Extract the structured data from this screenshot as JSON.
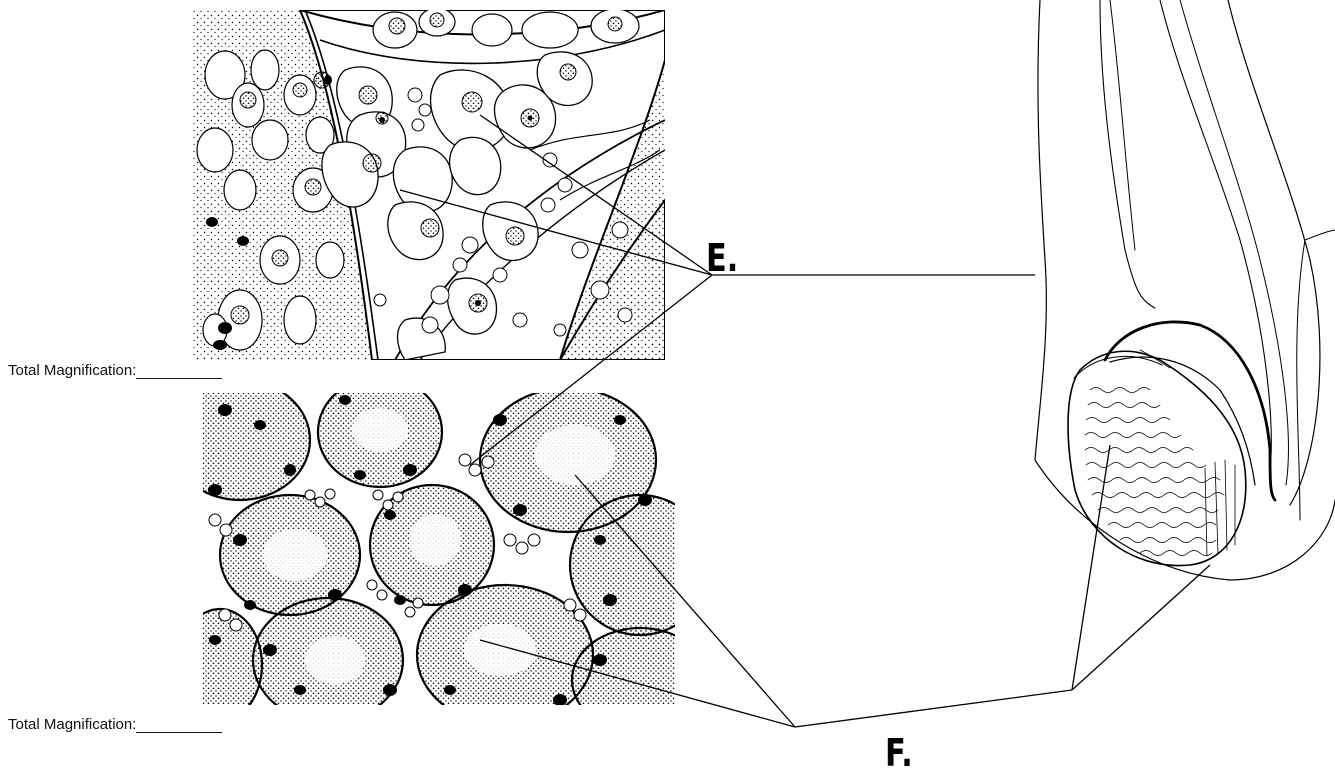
{
  "labels": {
    "e": "E.",
    "f": "F."
  },
  "magnification": {
    "top": "Total Magnification:",
    "bottom": "Total Magnification:"
  }
}
